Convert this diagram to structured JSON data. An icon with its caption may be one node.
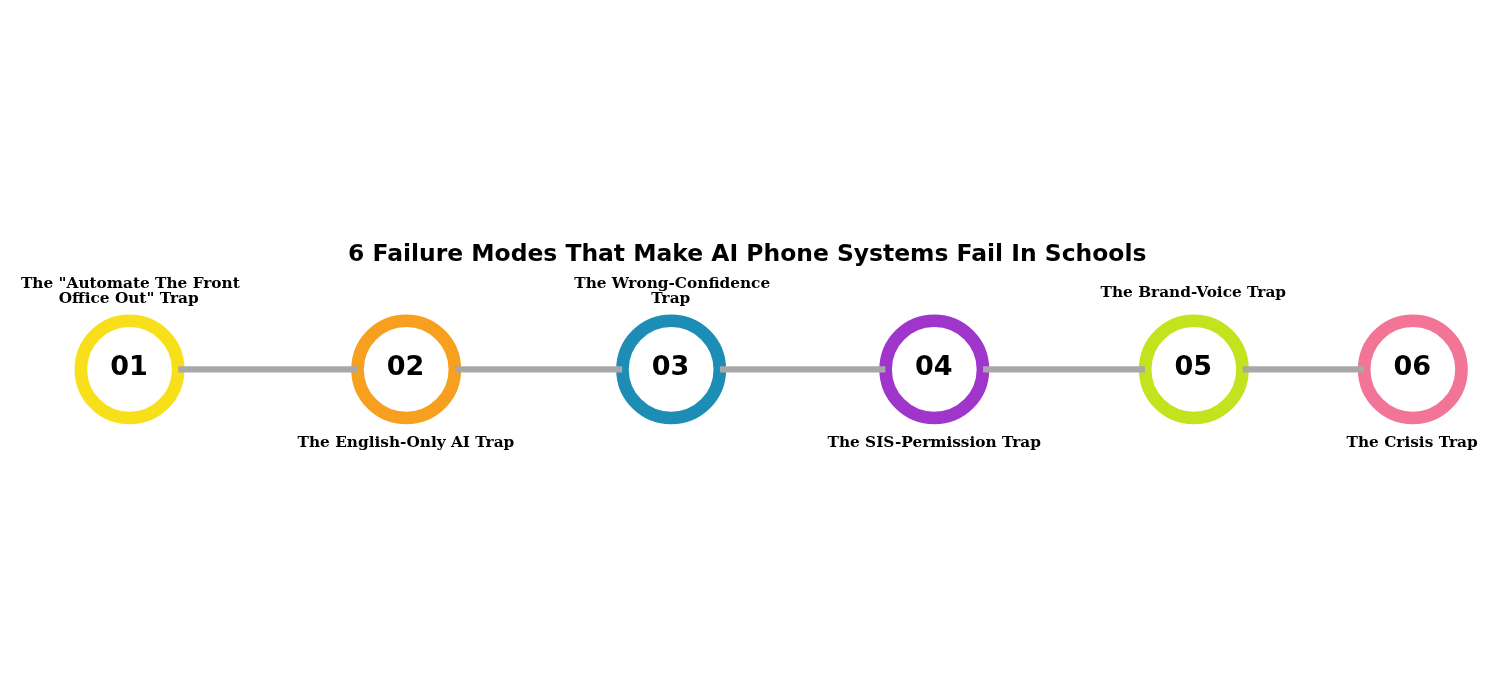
{
  "diagram": {
    "title": "6 Failure Modes That Make AI Phone Systems Fail In Schools",
    "nodes": [
      {
        "text": [
          "01"
        ],
        "beside": [
          "The \"Automate The Front Office Out\" Trap"
        ]
      },
      {
        "text": [
          "02"
        ],
        "beside": [
          "The English-Only AI Trap"
        ]
      },
      {
        "text": [
          "03"
        ],
        "beside": [
          "The Wrong-Confidence Trap"
        ]
      },
      {
        "text": [
          "04"
        ],
        "beside": [
          "The SIS-Permission Trap"
        ]
      },
      {
        "text": [
          "05"
        ],
        "beside": [
          "The Brand-Voice Trap"
        ]
      },
      {
        "text": [
          "06"
        ],
        "beside": [
          "The Crisis Trap"
        ]
      }
    ],
    "edges": [
      {
        "from": 0,
        "to": 1,
        "arrow": "none"
      },
      {
        "from": 1,
        "to": 2,
        "arrow": "none"
      },
      {
        "from": 2,
        "to": 3,
        "arrow": "none"
      },
      {
        "from": 3,
        "to": 4,
        "arrow": "none"
      },
      {
        "from": 4,
        "to": 5,
        "arrow": "none"
      }
    ]
  }
}
